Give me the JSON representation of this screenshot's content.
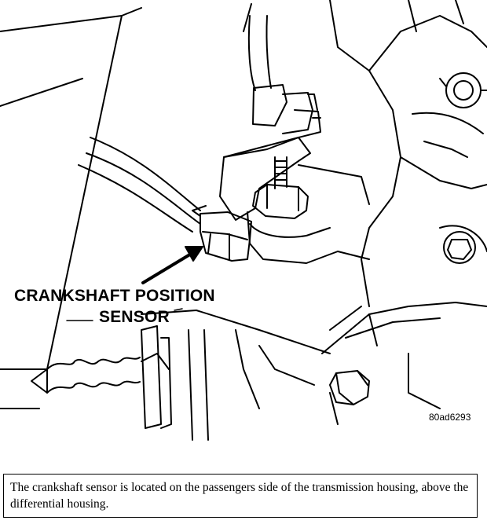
{
  "figure": {
    "callout_line1": "CRANKSHAFT POSITION",
    "callout_line2": "SENSOR",
    "figure_id": "80ad6293"
  },
  "caption": {
    "text": "The crankshaft sensor is located on the passengers side of the transmission housing, above the differential housing."
  }
}
